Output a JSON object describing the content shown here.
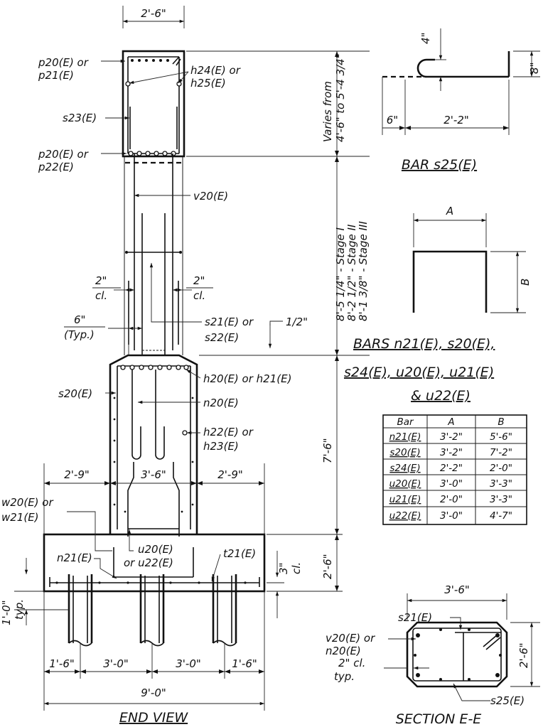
{
  "end_view": {
    "title": "END VIEW",
    "top_width": "2'-6\"",
    "labels": {
      "p20_p21": "p20(E) or\np21(E)",
      "h24_h25": "h24(E) or\nh25(E)",
      "s23": "s23(E)",
      "p20_p22": "p20(E) or\np22(E)",
      "v20": "v20(E)",
      "clear_left": "2\"\ncl.",
      "clear_right": "2\"\ncl.",
      "typ_6": "6\"\n(Typ.)",
      "s21_s22": "s21(E) or\ns22(E)",
      "half_inch": "1/2\"",
      "h20_h21": "h20(E) or h21(E)",
      "s20": "s20(E)",
      "n20": "n20(E)",
      "h22_h23": "h22(E) or\nh23(E)",
      "w20_w21": "w20(E) or\nw21(E)",
      "n21": "n21(E)",
      "u20_u22": "u20(E)\nor u22(E)",
      "t21": "t21(E)",
      "clear_3": "3\"\ncl.",
      "typ_1_0": "1'-0\"\ntyp."
    },
    "vertical_dims": {
      "varies": "Varies from\n4'-6\" to 5'-4 3/4\"",
      "stages": "8'-5 1/4\" - Stage I\n8'-2 1/2\" - Stage II\n8'-1 3/8\" - Stage III",
      "pier": "7'-6\"",
      "footing": "2'-6\""
    },
    "horizontal_dims": {
      "mid_left": "2'-9\"",
      "mid_center": "3'-6\"",
      "mid_right": "2'-9\"",
      "bot": [
        "1'-6\"",
        "3'-0\"",
        "3'-0\"",
        "1'-6\""
      ],
      "total": "9'-0\""
    }
  },
  "bar_s25": {
    "title": "BAR s25(E)",
    "dim_hook": "4\"",
    "dim_leg": "8\"",
    "dim_left": "6\"",
    "dim_main": "2'-2\""
  },
  "bars_table": {
    "title_line1": "BARS n21(E), s20(E),",
    "title_line2": "s24(E), u20(E), u21(E)",
    "title_line3": "& u22(E)",
    "dim_a": "A",
    "dim_b": "B",
    "headers": [
      "Bar",
      "A",
      "B"
    ],
    "rows": [
      [
        "n21(E)",
        "3'-2\"",
        "5'-6\""
      ],
      [
        "s20(E)",
        "3'-2\"",
        "7'-2\""
      ],
      [
        "s24(E)",
        "2'-2\"",
        "2'-0\""
      ],
      [
        "u20(E)",
        "3'-0\"",
        "3'-3\""
      ],
      [
        "u21(E)",
        "2'-0\"",
        "3'-3\""
      ],
      [
        "u22(E)",
        "3'-0\"",
        "4'-7\""
      ]
    ]
  },
  "section": {
    "title": "SECTION E-E",
    "width": "3'-6\"",
    "height": "2'-6\"",
    "s21": "s21(E)",
    "v20_n20": "v20(E) or\nn20(E)",
    "clear": "2\" cl.\ntyp.",
    "s25": "s25(E)"
  }
}
